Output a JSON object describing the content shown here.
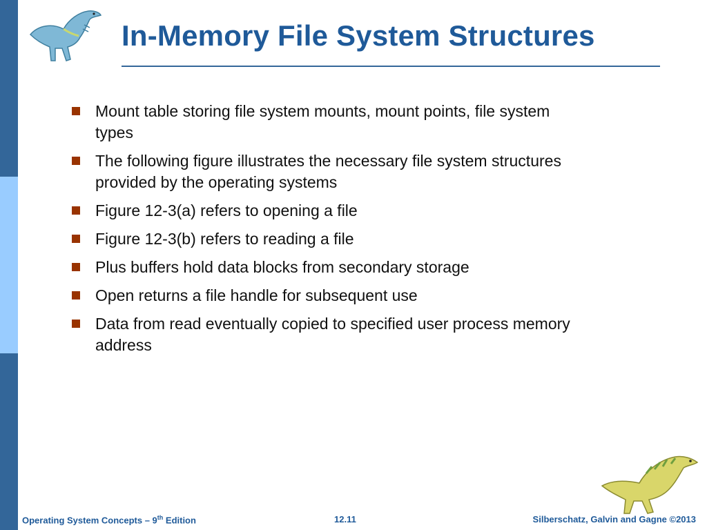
{
  "slide": {
    "title": "In-Memory File System Structures",
    "bullets": [
      "Mount table storing file system mounts, mount points, file system types",
      "The following figure illustrates the necessary file system structures provided by the operating systems",
      "Figure 12-3(a) refers to opening a file",
      "Figure 12-3(b) refers to reading a file",
      "Plus buffers hold data blocks from secondary storage",
      "Open returns a file handle for subsequent use",
      "Data from read eventually copied to specified user process memory address"
    ]
  },
  "footer": {
    "left_prefix": "Operating System Concepts – 9",
    "left_sup": "th",
    "left_suffix": " Edition",
    "center": "12.11",
    "right": "Silberschatz, Galvin and Gagne ©2013"
  },
  "colors": {
    "title": "#1f5a99",
    "bullet_marker": "#993300",
    "sidebar_dark": "#336699",
    "sidebar_light": "#99ccff"
  },
  "icons": [
    "dinosaur-logo-icon",
    "dinosaur-logo-icon"
  ]
}
